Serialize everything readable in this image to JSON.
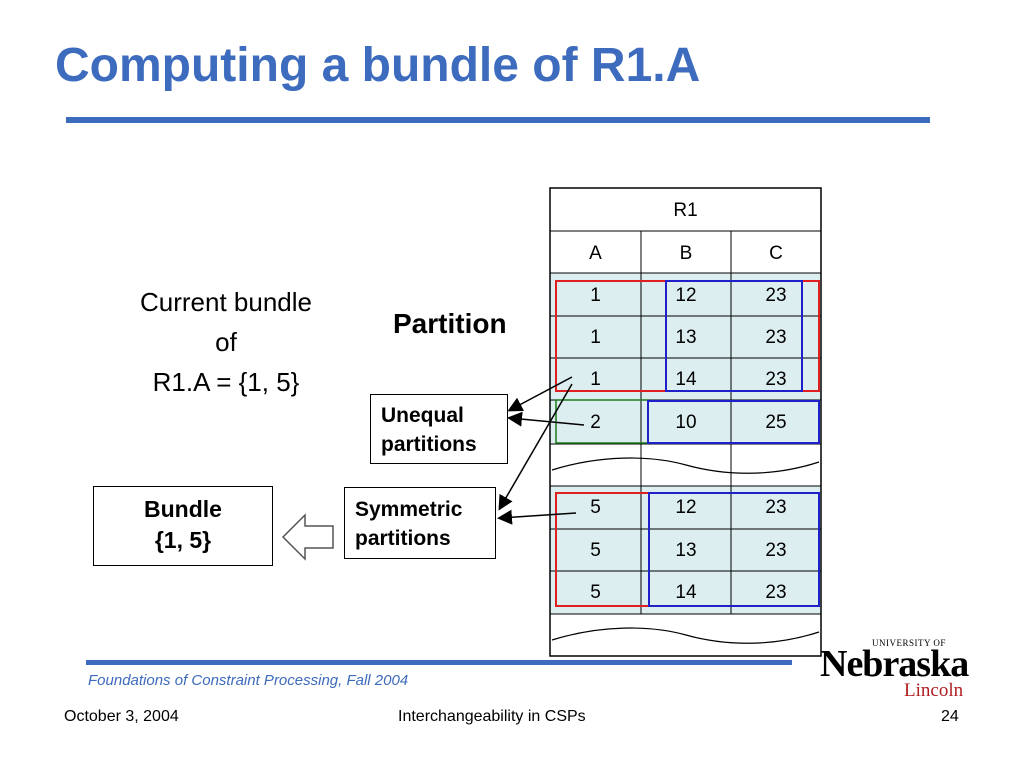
{
  "slide": {
    "title": "Computing a bundle of R1.A",
    "current_bundle_line1": "Current bundle",
    "current_bundle_line2": "of",
    "current_bundle_line3": "R1.A = {1, 5}",
    "partition_label": "Partition",
    "unequal_line1": "Unequal",
    "unequal_line2": "partitions",
    "symmetric_line1": "Symmetric",
    "symmetric_line2": "partitions",
    "bundle_line1": "Bundle",
    "bundle_line2": "{1, 5}"
  },
  "table": {
    "name": "R1",
    "headers": [
      "A",
      "B",
      "C"
    ],
    "rows": [
      [
        "1",
        "12",
        "23"
      ],
      [
        "1",
        "13",
        "23"
      ],
      [
        "1",
        "14",
        "23"
      ],
      [
        "2",
        "10",
        "25"
      ],
      [
        "5",
        "12",
        "23"
      ],
      [
        "5",
        "13",
        "23"
      ],
      [
        "5",
        "14",
        "23"
      ]
    ]
  },
  "footer": {
    "course": "Foundations of Constraint Processing, Fall 2004",
    "date": "October 3, 2004",
    "topic": "Interchangeability in CSPs",
    "page": "24"
  },
  "logo": {
    "university_of": "UNIVERSITY OF",
    "name": "Nebraska",
    "campus": "Lincoln"
  },
  "colors": {
    "title_blue": "#3d6bbd",
    "cell_fill": "#dceef0",
    "red_outline": "#e02020",
    "blue_outline": "#2020c8",
    "green_outline": "#1a7a1a"
  }
}
